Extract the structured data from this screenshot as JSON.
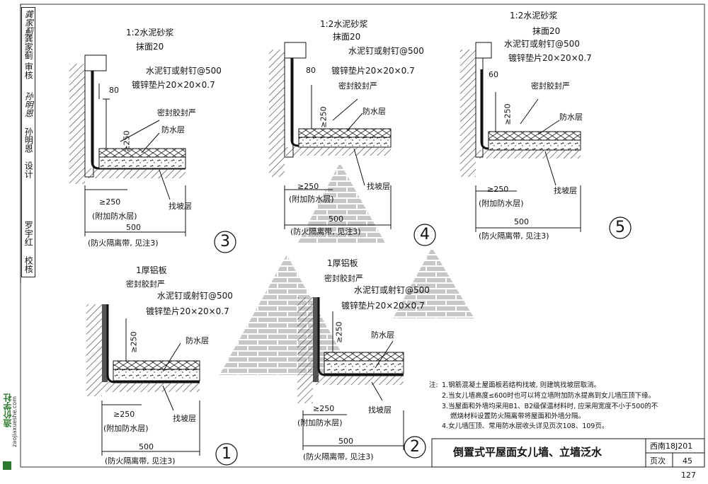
{
  "sidebar": {
    "roles": [
      "校核",
      "罗宇红",
      "设计",
      "孙明恩",
      "孙明恩",
      "审核",
      "龚家蓟",
      "龚家蓟"
    ]
  },
  "labels": {
    "mortar": "1:2水泥砂浆",
    "plaster": "抹面20",
    "nail": "水泥钉或射钉@500",
    "gasket": "镀锌垫片20×20×0.7",
    "sealant": "密封胶封严",
    "waterproof": "防水层",
    "slope": "找坡层",
    "extra_waterproof": "(附加防水层)",
    "fire_belt": "(防火隔离带, 见注3)",
    "aluminum": "1厚铝板",
    "dim_80": "80",
    "dim_60": "60",
    "dim_250": "≥250",
    "dim_500": "500"
  },
  "detail_numbers": [
    "1",
    "2",
    "3",
    "4",
    "5"
  ],
  "notes": {
    "heading": "注:",
    "items": [
      "1.钢筋混凝土屋面板若结构找坡, 则建筑找坡层取消。",
      "2.当女儿墙高度≤600时也可以将立墙附加防水提高到女儿墙压顶下缘。",
      "3.当屋面和外墙均采用B1、B2级保温材料时, 应采用宽度不小于500的不",
      "燃烧材料设置防火隔离带将屋面和外墙分隔。",
      "4.女儿墙压顶、常用防水层收头详见页次108、109页。"
    ]
  },
  "title_block": {
    "title": "倒置式平屋面女儿墙、立墙泛水",
    "atlas": "西南18J201",
    "page_label": "页次",
    "page_no": "45"
  },
  "page_number": "127",
  "watermark": {
    "brand": "造价学社",
    "url": "zaojiaxueshe.com"
  }
}
